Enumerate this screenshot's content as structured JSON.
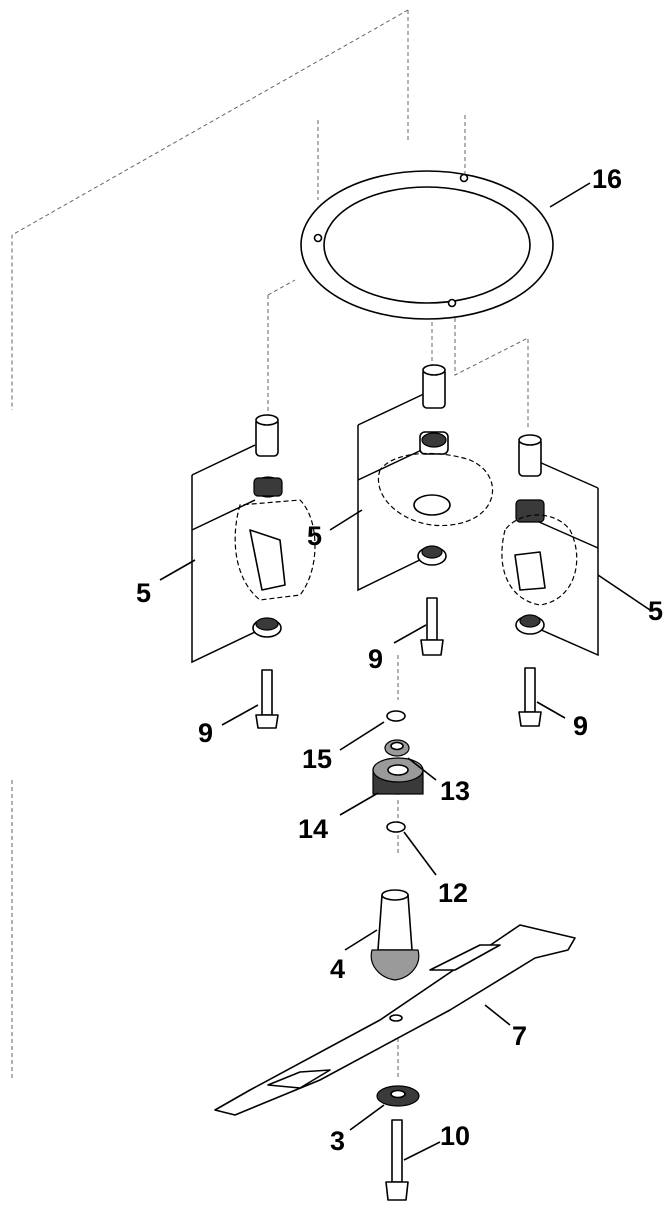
{
  "diagram": {
    "callouts": {
      "c16": "16",
      "c5_left": "5",
      "c5_center": "5",
      "c5_right": "5",
      "c9_left": "9",
      "c9_center": "9",
      "c9_right": "9",
      "c15": "15",
      "c13": "13",
      "c14": "14",
      "c12": "12",
      "c4": "4",
      "c7": "7",
      "c3": "3",
      "c10": "10"
    }
  }
}
